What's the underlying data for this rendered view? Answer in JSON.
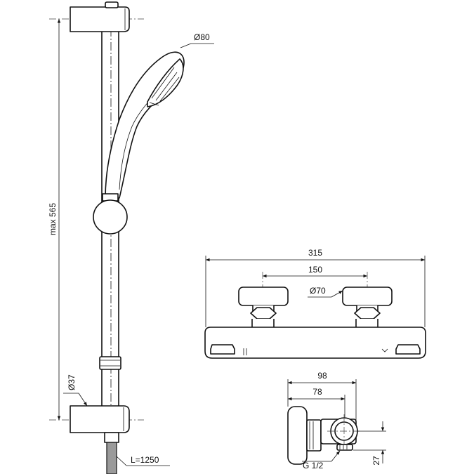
{
  "dimensions": {
    "shower_head_diameter": "Ø80",
    "rail_max_height": "max 565",
    "rail_diameter": "Ø37",
    "hose_length": "L=1250",
    "mixer_width": "315",
    "mixer_inlet_spacing": "150",
    "handle_diameter": "Ø70",
    "side_depth_total": "98",
    "side_depth_inner": "78",
    "connection_thread": "G 1/2",
    "connection_offset": "27"
  }
}
